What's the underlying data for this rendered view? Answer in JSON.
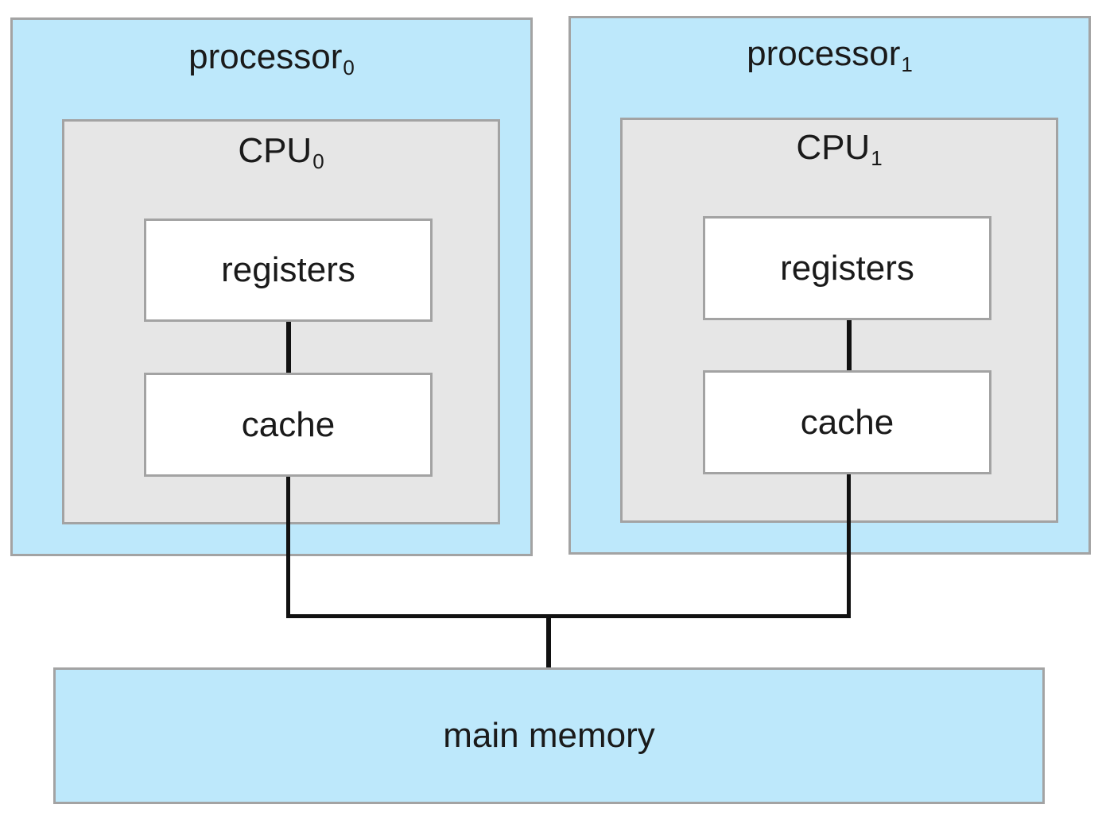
{
  "processors": [
    {
      "label": "processor",
      "subscript": "0",
      "cpu": {
        "label": "CPU",
        "subscript": "0",
        "registers": "registers",
        "cache": "cache"
      }
    },
    {
      "label": "processor",
      "subscript": "1",
      "cpu": {
        "label": "CPU",
        "subscript": "1",
        "registers": "registers",
        "cache": "cache"
      }
    }
  ],
  "main_memory": {
    "label": "main memory"
  },
  "colors": {
    "processor_fill": "#bde8fb",
    "cpu_fill": "#e6e6e6",
    "unit_fill": "#ffffff",
    "border": "#a3a3a3",
    "wire": "#111111"
  }
}
